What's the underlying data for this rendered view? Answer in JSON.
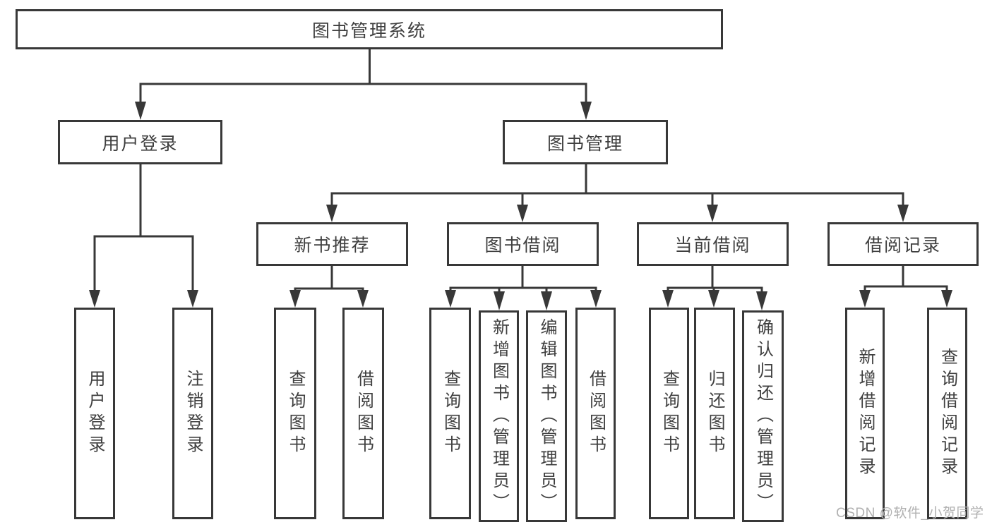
{
  "tree": {
    "root": {
      "label": "图书管理系统",
      "children": [
        {
          "label": "用户登录",
          "children": [
            {
              "label": "用户登录"
            },
            {
              "label": "注销登录"
            }
          ]
        },
        {
          "label": "图书管理",
          "children": [
            {
              "label": "新书推荐",
              "children": [
                {
                  "label": "查询图书"
                },
                {
                  "label": "借阅图书"
                }
              ]
            },
            {
              "label": "图书借阅",
              "children": [
                {
                  "label": "查询图书"
                },
                {
                  "label": "新增图书（管理员）"
                },
                {
                  "label": "编辑图书（管理员）"
                },
                {
                  "label": "借阅图书"
                }
              ]
            },
            {
              "label": "当前借阅",
              "children": [
                {
                  "label": "查询图书"
                },
                {
                  "label": "归还图书"
                },
                {
                  "label": "确认归还（管理员）"
                }
              ]
            },
            {
              "label": "借阅记录",
              "children": [
                {
                  "label": "新增借阅记录"
                },
                {
                  "label": "查询借阅记录"
                }
              ]
            }
          ]
        }
      ]
    }
  },
  "watermark": {
    "text": "CSDN @软件_小贺同学"
  },
  "colors": {
    "line": "#383838",
    "box_border": "#383838",
    "text": "#3f3f3f",
    "watermark": "#b1b1b1",
    "background": "#ffffff"
  }
}
